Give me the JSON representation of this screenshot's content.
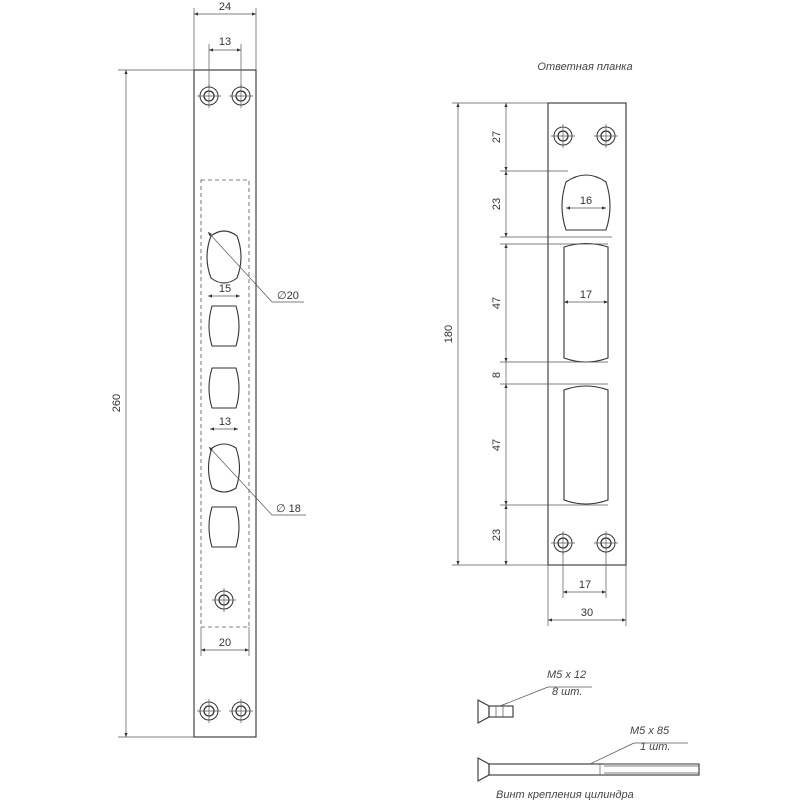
{
  "plate1": {
    "dims": {
      "width": "24",
      "holes_spacing": "13",
      "length": "260",
      "hole_dia_big": "∅20",
      "slot_width_15": "15",
      "slot_width_13": "13",
      "hole_dia_small": "∅ 18",
      "dashed_width": "20"
    }
  },
  "plate2": {
    "title": "Ответная планка",
    "dims": {
      "height": "180",
      "seg_27": "27",
      "seg_23_top": "23",
      "slot_16": "16",
      "seg_47_top": "47",
      "slot_17": "17",
      "seg_8": "8",
      "seg_47_bottom": "47",
      "seg_23_bottom": "23",
      "holes_spacing": "17",
      "width": "30"
    }
  },
  "screws": {
    "short": {
      "size": "M5 x 12",
      "qty": "8 шт."
    },
    "long": {
      "size": "M5 x 85",
      "qty": "1 шт."
    },
    "caption": "Винт крепления цилиндра"
  }
}
